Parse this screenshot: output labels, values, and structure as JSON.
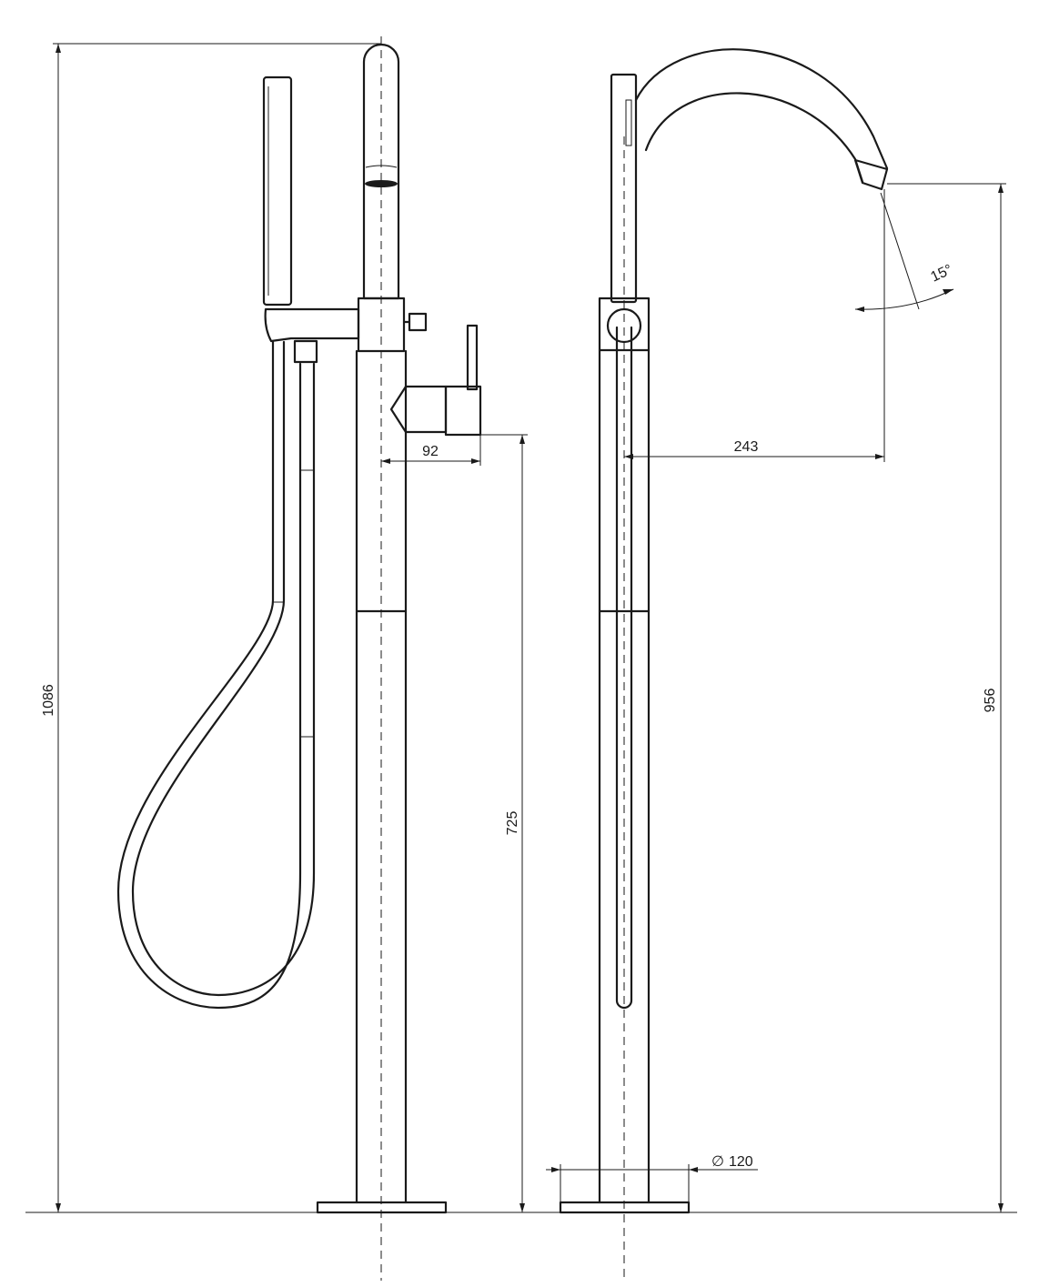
{
  "dimensions": {
    "total_height": "1086",
    "spout_height": "956",
    "handle_height": "725",
    "handle_projection": "92",
    "spout_reach": "243",
    "base_diameter": "120",
    "diameter_symbol": "∅",
    "spout_angle": "15°"
  }
}
